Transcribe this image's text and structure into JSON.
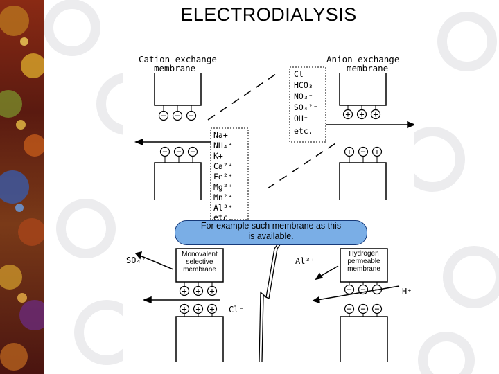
{
  "slide": {
    "title": "ELECTRODIALYSIS"
  },
  "diagram": {
    "cation_membrane_label": [
      "Cation-exchange",
      "membrane"
    ],
    "anion_membrane_label": [
      "Anion-exchange",
      "membrane"
    ],
    "negative_sign": "−",
    "positive_sign": "+",
    "anions_list": [
      "Cl⁻",
      "HCO₃⁻",
      "NO₃⁻",
      "SO₄²⁻",
      "OH⁻",
      "etc."
    ],
    "cations_list": [
      "Na+",
      "NH₄⁺",
      "K+",
      "Ca²⁺",
      "Fe²⁺",
      "Mg²⁺",
      "Mn²⁺",
      "Al³⁺",
      "etc."
    ],
    "callout": {
      "line1": "For example such membrane as this",
      "line2": "is available."
    },
    "monovalent_label": [
      "Monovalent",
      "selective",
      "membrane"
    ],
    "hydrogen_label": [
      "Hydrogen",
      "permeable",
      "membrane"
    ],
    "sulfate_ion": "SO₄²⁻",
    "aluminum_ion": "Al³⁺",
    "chloride_ion": "Cl⁻",
    "hydrogen_ion": "H⁺"
  },
  "colors": {
    "background_stripe": "#6e1a12",
    "callout_fill": "#7aaee6",
    "callout_border": "#163a7a",
    "gear_outline": "#e9e9ec"
  }
}
